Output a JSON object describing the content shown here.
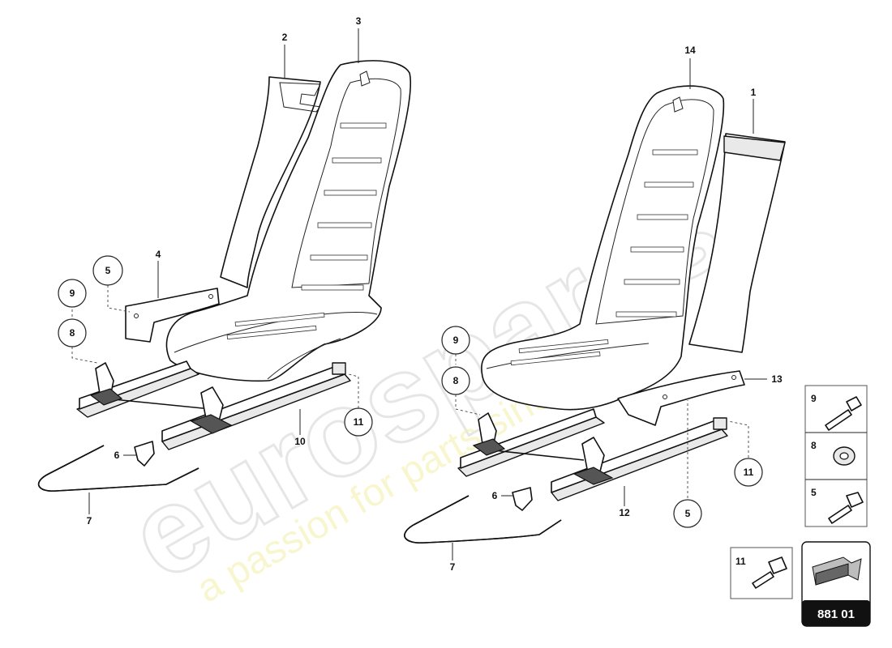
{
  "watermark": {
    "brand": "eurospares",
    "tagline": "a passion for parts since 1985"
  },
  "callouts": {
    "left": [
      "2",
      "3",
      "4",
      "5",
      "9",
      "8",
      "6",
      "7",
      "10",
      "11"
    ],
    "right": [
      "14",
      "1",
      "9",
      "8",
      "13",
      "11",
      "6",
      "5",
      "7",
      "12"
    ]
  },
  "legend": {
    "items": [
      {
        "label": "9",
        "icon": "bolt-icon"
      },
      {
        "label": "8",
        "icon": "washer-icon"
      },
      {
        "label": "5",
        "icon": "screw-icon"
      }
    ],
    "single": {
      "label": "11",
      "icon": "stud-bolt-icon"
    }
  },
  "diagram_code": "881 01",
  "colors": {
    "code_box": "#111111",
    "watermark_text": "#f3f0a8",
    "watermark_brand": "#e6e6e6"
  }
}
